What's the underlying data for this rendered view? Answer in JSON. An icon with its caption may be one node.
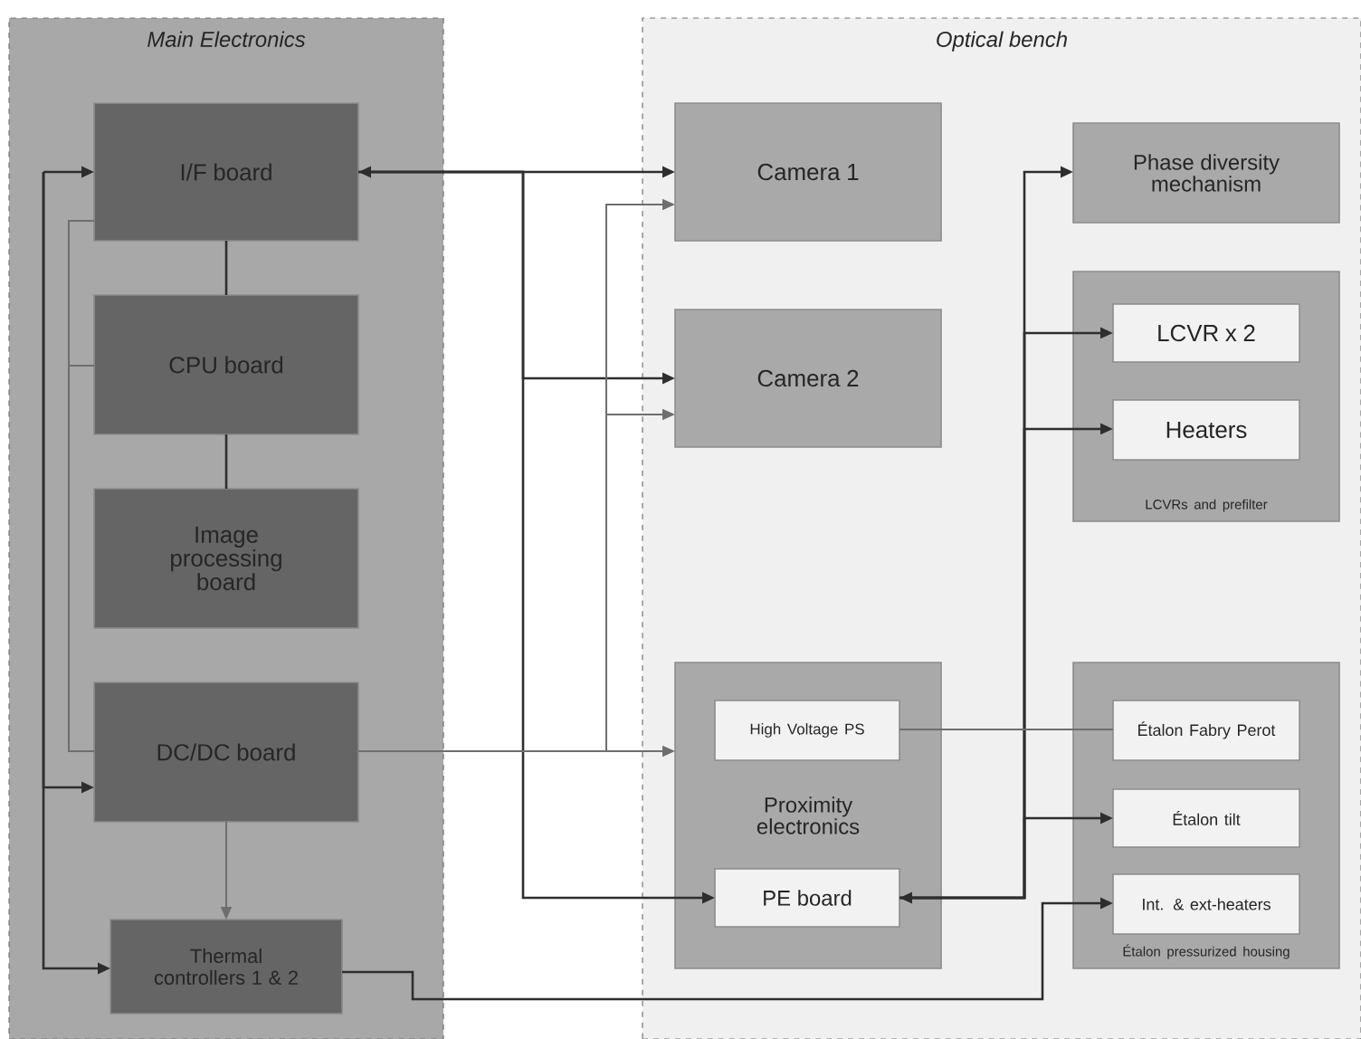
{
  "diagram": {
    "nodes": [
      {
        "text": [
          "Main Electronics"
        ]
      },
      {
        "text": [
          "I/F board"
        ],
        "in": 0
      },
      {
        "text": [
          "CPU board"
        ],
        "in": 0
      },
      {
        "text": [
          "Image processing board"
        ],
        "in": 0
      },
      {
        "text": [
          "DC/DC board"
        ],
        "in": 0
      },
      {
        "text": [
          "Thermal controllers 1 & 2"
        ],
        "in": 0
      },
      {
        "text": [
          "Optical bench"
        ]
      },
      {
        "text": [
          "Camera 1"
        ],
        "in": 6
      },
      {
        "text": [
          "Camera 2"
        ],
        "in": 6
      },
      {
        "text": [
          "Phase diversity mechanism"
        ],
        "in": 6
      },
      {
        "text": [
          "LCVRs and prefilter"
        ],
        "in": 6
      },
      {
        "text": [
          "LCVR x 2"
        ],
        "in": 10
      },
      {
        "text": [
          "Heaters"
        ],
        "in": 10
      },
      {
        "text": [
          "Proximity electronics"
        ],
        "in": 6
      },
      {
        "text": [
          "High Voltage PS"
        ],
        "in": 13
      },
      {
        "text": [
          "PE board"
        ],
        "in": 13
      },
      {
        "text": [
          "Étalon pressurized housing"
        ],
        "in": 6
      },
      {
        "text": [
          "Étalon Fabry Perot"
        ],
        "in": 16
      },
      {
        "text": [
          "Étalon tilt"
        ],
        "in": 16
      },
      {
        "text": [
          "Int. & ext-heaters"
        ],
        "in": 16
      }
    ],
    "edges": [
      {
        "from": 1,
        "to": 2,
        "arrow": "none"
      },
      {
        "from": 2,
        "to": 3,
        "arrow": "none"
      },
      {
        "from": 1,
        "to": 7,
        "arrow": "both"
      },
      {
        "from": 1,
        "to": 8,
        "arrow": "to"
      },
      {
        "from": 1,
        "to": 15,
        "arrow": "to"
      },
      {
        "from": null,
        "to": 1,
        "arrow": "to"
      },
      {
        "from": null,
        "to": 4,
        "arrow": "to"
      },
      {
        "from": null,
        "to": 5,
        "arrow": "to"
      },
      {
        "from": 4,
        "to": 1,
        "arrow": "none",
        "color": "#6e6e6e"
      },
      {
        "from": 4,
        "to": 2,
        "arrow": "none",
        "color": "#6e6e6e"
      },
      {
        "from": 4,
        "to": 5,
        "arrow": "to",
        "color": "#6e6e6e"
      },
      {
        "from": 4,
        "to": 13,
        "arrow": "to",
        "color": "#6e6e6e"
      },
      {
        "from": 4,
        "to": 7,
        "arrow": "to",
        "color": "#6e6e6e"
      },
      {
        "from": 4,
        "to": 8,
        "arrow": "to",
        "color": "#6e6e6e"
      },
      {
        "from": 5,
        "to": 19,
        "arrow": "to"
      },
      {
        "from": 15,
        "to": 9,
        "arrow": "both"
      },
      {
        "from": 15,
        "to": 11,
        "arrow": "to"
      },
      {
        "from": 15,
        "to": 12,
        "arrow": "to"
      },
      {
        "from": 15,
        "to": 18,
        "arrow": "to"
      },
      {
        "from": 14,
        "to": 17,
        "arrow": "none",
        "color": "#6e6e6e"
      }
    ]
  }
}
